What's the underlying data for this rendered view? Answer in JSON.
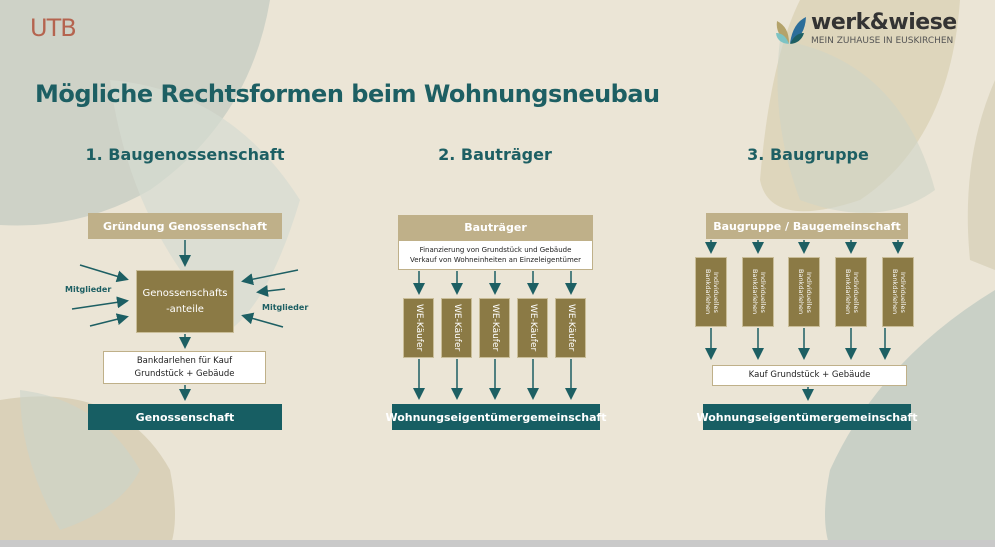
{
  "logos": {
    "left": "UTB",
    "right_name": "werk&wiese",
    "right_tagline": "MEIN ZUHAUSE IN EUSKIRCHEN"
  },
  "title": "Mögliche Rechtsformen beim Wohnungsneubau",
  "col1": {
    "heading": "1. Baugenossenschaft",
    "top": "Gründung  Genossenschaft",
    "shares": "Genossenschafts\n-anteile",
    "members_left": "Mitglieder",
    "members_right": "Mitglieder",
    "loan_line1": "Bankdarlehen für Kauf",
    "loan_line2": "Grundstück + Gebäude",
    "bottom": "Genossenschaft"
  },
  "col2": {
    "heading": "2. Bauträger",
    "top": "Bauträger",
    "desc_line1": "Finanzierung von Grundstück und Gebäude",
    "desc_line2": "Verkauf von Wohneinheiten an Einzeleigentümer",
    "buyers": [
      "WE-Käufer",
      "WE-Käufer",
      "WE-Käufer",
      "WE-Käufer",
      "WE-Käufer"
    ],
    "bottom": "Wohnungseigentümergemeinschaft"
  },
  "col3": {
    "heading": "3. Baugruppe",
    "top": "Baugruppe / Baugemeinschaft",
    "loans": [
      "Individuelles Bankdarlehen",
      "Individuelles Bankdarlehen",
      "Individuelles Bankdarlehen",
      "Individuelles Bankdarlehen",
      "Individuelles Bankdarlehen"
    ],
    "purchase": "Kauf Grundstück + Gebäude",
    "bottom": "Wohnungseigentümergemeinschaft"
  },
  "colors": {
    "teal": "#175e63",
    "gold_light": "#bfb089",
    "gold_dark": "#8b7a45",
    "accent": "#b5644f"
  }
}
